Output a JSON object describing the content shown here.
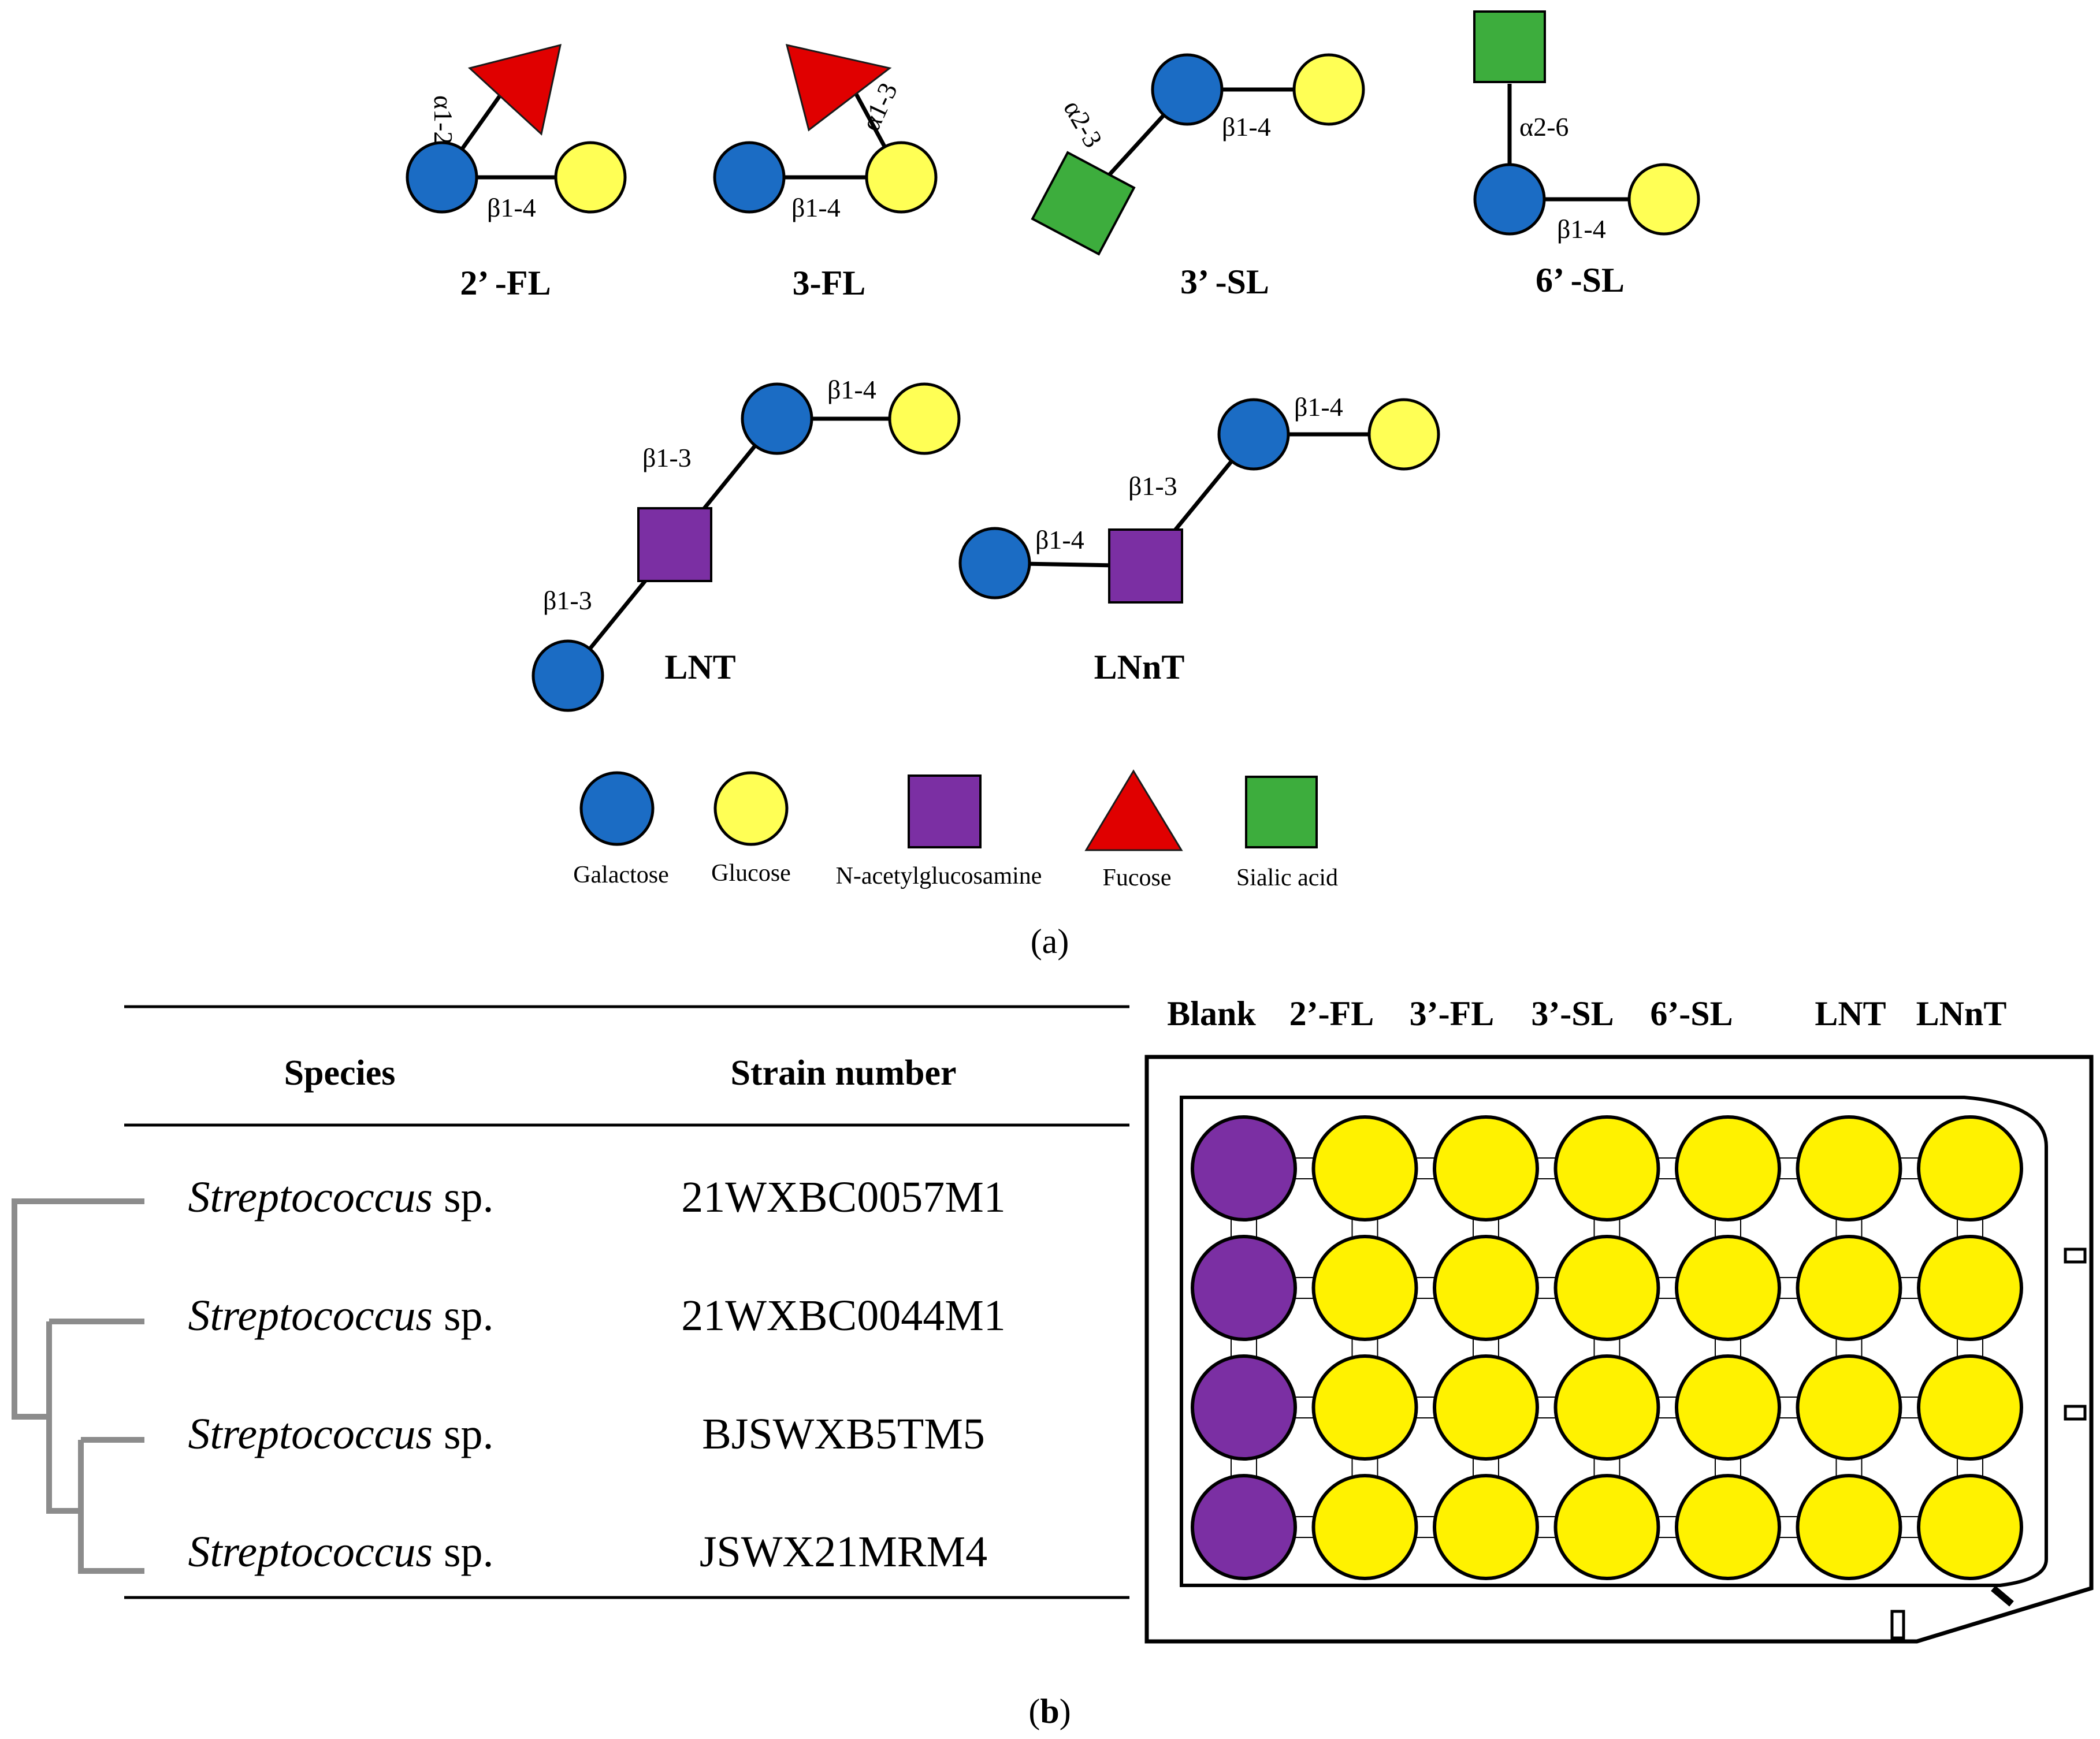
{
  "colors": {
    "galactose": "#1B6CC4",
    "glucose": "#FFFF55",
    "glcnac": "#7B2FA3",
    "fucose": "#E00000",
    "sialic": "#3DAD3D",
    "well_blank": "#7B2FA3",
    "well_sample": "#FFF200",
    "tree": "#8C8C8C"
  },
  "panel_a": {
    "label": "(a)",
    "structures": {
      "fl2": {
        "name": "2’ -FL",
        "link_fuc": "α1-2",
        "link_main": "β1-4"
      },
      "fl3": {
        "name": "3-FL",
        "link_fuc": "α1-3",
        "link_main": "β1-4"
      },
      "sl3": {
        "name": "3’ -SL",
        "link_sia": "α2-3",
        "link_main": "β1-4"
      },
      "sl6": {
        "name": "6’ -SL",
        "link_sia": "α2-6",
        "link_main": "β1-4"
      },
      "lnt": {
        "name": "LNT",
        "link_top": "β1-4",
        "link_mid": "β1-3",
        "link_bot": "β1-3"
      },
      "lnnt": {
        "name": "LNnT",
        "link_top": "β1-4",
        "link_mid": "β1-3",
        "link_left": "β1-4"
      }
    },
    "legend": [
      "Galactose",
      "Glucose",
      "N-acetylglucosamine",
      "Fucose",
      "Sialic acid"
    ]
  },
  "panel_b": {
    "label": "(b)",
    "table": {
      "headers": [
        "Species",
        "Strain number"
      ],
      "rows": [
        {
          "genus": "Streptococcus",
          "suffix": " sp.",
          "strain": "21WXBC0057M1"
        },
        {
          "genus": "Streptococcus",
          "suffix": " sp.",
          "strain": "21WXBC0044M1"
        },
        {
          "genus": "Streptococcus",
          "suffix": " sp.",
          "strain": "BJSWXB5TM5"
        },
        {
          "genus": "Streptococcus",
          "suffix": " sp.",
          "strain": "JSWX21MRM4"
        }
      ]
    },
    "plate": {
      "columns": [
        "Blank",
        "2’-FL",
        "3’-FL",
        "3’-SL",
        "6’-SL",
        "LNT",
        "LNnT"
      ],
      "rows": 4
    }
  }
}
